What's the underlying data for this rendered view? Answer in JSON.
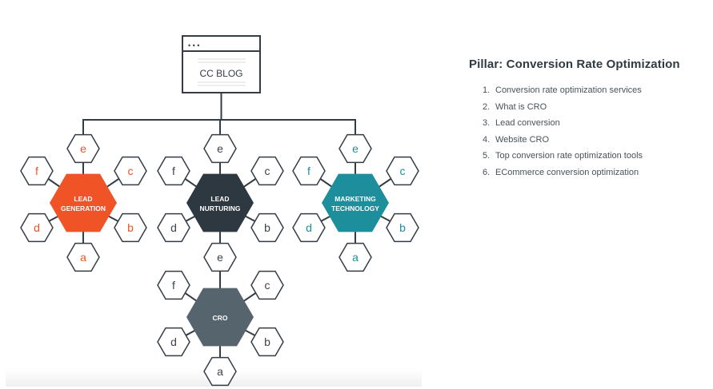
{
  "root": {
    "label": "CC BLOG",
    "window_dots": "• • •",
    "icon": "browser-window-icon"
  },
  "colors": {
    "line": "#343d45",
    "lead_generation": "#f05426",
    "lead_nurturing": "#2e3840",
    "marketing_technology": "#1d8e9b",
    "cro": "#56646e",
    "node_outline": "#343d45"
  },
  "clusters": [
    {
      "id": "lead-generation",
      "label_lines": [
        "LEAD",
        "GENERATION"
      ],
      "color_key": "lead_generation",
      "satellites": [
        {
          "position": "top",
          "label": "e"
        },
        {
          "position": "upper-right",
          "label": "c"
        },
        {
          "position": "lower-right",
          "label": "b"
        },
        {
          "position": "bottom",
          "label": "a"
        },
        {
          "position": "lower-left",
          "label": "d"
        },
        {
          "position": "upper-left",
          "label": "f"
        }
      ]
    },
    {
      "id": "lead-nurturing",
      "label_lines": [
        "LEAD",
        "NURTURING"
      ],
      "color_key": "lead_nurturing",
      "satellites": [
        {
          "position": "top",
          "label": "e"
        },
        {
          "position": "upper-right",
          "label": "c"
        },
        {
          "position": "lower-right",
          "label": "b"
        },
        {
          "position": "bottom",
          "label": "e"
        },
        {
          "position": "lower-left",
          "label": "d"
        },
        {
          "position": "upper-left",
          "label": "f"
        }
      ]
    },
    {
      "id": "marketing-technology",
      "label_lines": [
        "MARKETING",
        "TECHNOLOGY"
      ],
      "color_key": "marketing_technology",
      "satellites": [
        {
          "position": "top",
          "label": "e"
        },
        {
          "position": "upper-right",
          "label": "c"
        },
        {
          "position": "lower-right",
          "label": "b"
        },
        {
          "position": "bottom",
          "label": "a"
        },
        {
          "position": "lower-left",
          "label": "d"
        },
        {
          "position": "upper-left",
          "label": "f"
        }
      ]
    },
    {
      "id": "cro",
      "label_lines": [
        "CRO"
      ],
      "color_key": "cro",
      "satellites": [
        {
          "position": "upper-right",
          "label": "c"
        },
        {
          "position": "lower-right",
          "label": "b"
        },
        {
          "position": "bottom",
          "label": "a"
        },
        {
          "position": "lower-left",
          "label": "d"
        },
        {
          "position": "upper-left",
          "label": "f"
        }
      ]
    }
  ],
  "pillar": {
    "title": "Pillar: Conversion Rate Optimization",
    "items": [
      {
        "num": "1.",
        "text": "Conversion rate optimization services"
      },
      {
        "num": "2.",
        "text": "What is CRO"
      },
      {
        "num": "3.",
        "text": "Lead conversion"
      },
      {
        "num": "4.",
        "text": "Website CRO"
      },
      {
        "num": "5.",
        "text": "Top conversion rate optimization tools"
      },
      {
        "num": "6.",
        "text": "ECommerce conversion optimization"
      }
    ]
  }
}
